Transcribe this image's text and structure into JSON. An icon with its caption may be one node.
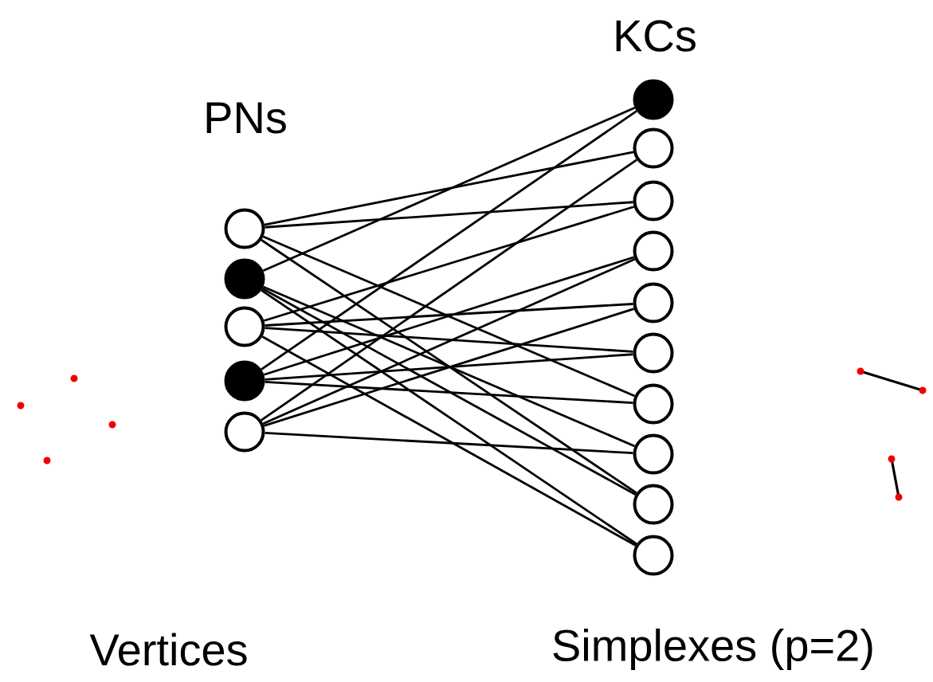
{
  "diagram": {
    "nodes": [
      {
        "text": [],
        "shape": "circle"
      },
      {
        "text": [],
        "shape": "disc"
      },
      {
        "text": [],
        "shape": "circle"
      },
      {
        "text": [],
        "shape": "disc"
      },
      {
        "text": [],
        "shape": "circle"
      },
      {
        "text": [],
        "shape": "disc"
      },
      {
        "text": [],
        "shape": "circle"
      },
      {
        "text": [],
        "shape": "circle"
      },
      {
        "text": [],
        "shape": "circle"
      },
      {
        "text": [],
        "shape": "circle"
      },
      {
        "text": [],
        "shape": "circle"
      },
      {
        "text": [],
        "shape": "circle"
      },
      {
        "text": [],
        "shape": "circle"
      },
      {
        "text": [],
        "shape": "circle"
      },
      {
        "text": [],
        "shape": "circle"
      }
    ],
    "edges": [
      {
        "from": 1,
        "to": 5,
        "arrow": "none"
      },
      {
        "from": 3,
        "to": 5,
        "arrow": "none"
      },
      {
        "from": 0,
        "to": 6,
        "arrow": "none"
      },
      {
        "from": 4,
        "to": 6,
        "arrow": "none"
      },
      {
        "from": 0,
        "to": 7,
        "arrow": "none"
      },
      {
        "from": 2,
        "to": 7,
        "arrow": "none"
      },
      {
        "from": 3,
        "to": 8,
        "arrow": "none"
      },
      {
        "from": 4,
        "to": 8,
        "arrow": "none"
      },
      {
        "from": 2,
        "to": 9,
        "arrow": "none"
      },
      {
        "from": 4,
        "to": 9,
        "arrow": "none"
      },
      {
        "from": 2,
        "to": 10,
        "arrow": "none"
      },
      {
        "from": 3,
        "to": 10,
        "arrow": "none"
      },
      {
        "from": 0,
        "to": 11,
        "arrow": "none"
      },
      {
        "from": 3,
        "to": 11,
        "arrow": "none"
      },
      {
        "from": 1,
        "to": 12,
        "arrow": "none"
      },
      {
        "from": 4,
        "to": 12,
        "arrow": "none"
      },
      {
        "from": 0,
        "to": 13,
        "arrow": "none"
      },
      {
        "from": 1,
        "to": 13,
        "arrow": "none"
      },
      {
        "from": 1,
        "to": 14,
        "arrow": "none"
      },
      {
        "from": 2,
        "to": 14,
        "arrow": "none"
      }
    ],
    "labels": [
      "KCs",
      "PNs",
      "Vertices",
      "Simplexes (p=2)"
    ]
  }
}
